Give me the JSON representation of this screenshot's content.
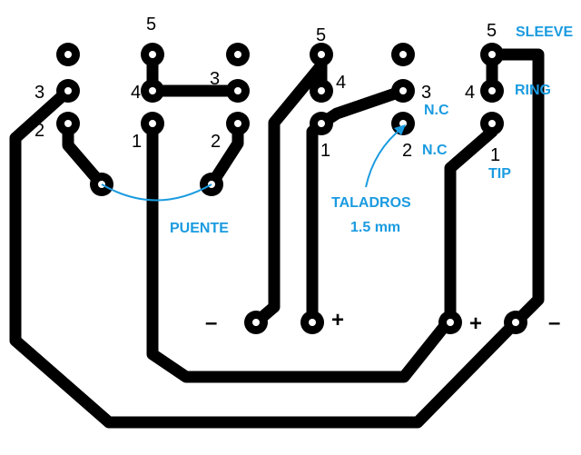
{
  "labels": {
    "j1_pin3": "3",
    "j1_pin2": "2",
    "j2_pin5": "5",
    "j2_pin4": "4",
    "j2_pin3": "3",
    "j2_pin1": "1",
    "j2_pin2": "2",
    "j3_pin5": "5",
    "j3_pin4": "4",
    "j3_pin3": "3",
    "j3_pin1": "1",
    "j3_pin2": "2",
    "j4_pin5": "5",
    "j4_pin4": "4",
    "j4_pin1": "1",
    "minus_left": "–",
    "plus_left": "+",
    "plus_right": "+",
    "minus_right": "–"
  },
  "annotations": {
    "sleeve": "SLEEVE",
    "ring": "RING",
    "tip": "TIP",
    "nc_top": "N.C",
    "nc_bottom": "N.C",
    "taladros_line1": "TALADROS",
    "taladros_line2": "1.5 mm",
    "puente": "PUENTE"
  },
  "colors": {
    "copper": "#000000",
    "annotation": "#1a9be0",
    "background": "#ffffff"
  }
}
